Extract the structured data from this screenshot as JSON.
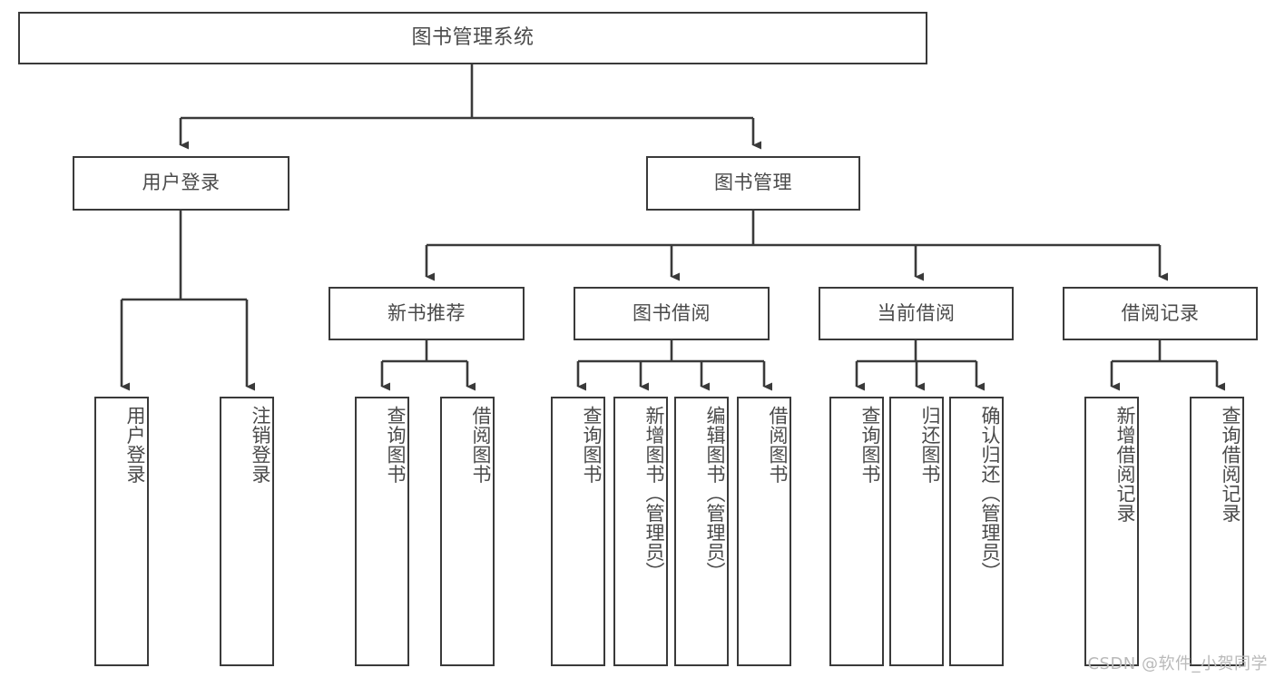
{
  "diagram": {
    "title": "图书管理系统",
    "watermark": "CSDN @软件_小贺同学",
    "nodes": {
      "root": {
        "label": "图书管理系统"
      },
      "level2": [
        {
          "id": "user-login",
          "label": "用户登录"
        },
        {
          "id": "book-manage",
          "label": "图书管理"
        }
      ],
      "level3": [
        {
          "id": "new-book-recommend",
          "label": "新书推荐"
        },
        {
          "id": "book-borrow",
          "label": "图书借阅"
        },
        {
          "id": "current-borrow",
          "label": "当前借阅"
        },
        {
          "id": "borrow-record",
          "label": "借阅记录"
        }
      ],
      "leaves": {
        "user_login": [
          {
            "id": "leaf-user-login",
            "label": "用户登录"
          },
          {
            "id": "leaf-logout-login",
            "label": "注销登录"
          }
        ],
        "new_book_recommend": [
          {
            "id": "leaf-query-book-1",
            "label": "查询图书"
          },
          {
            "id": "leaf-borrow-book-1",
            "label": "借阅图书"
          }
        ],
        "book_borrow": [
          {
            "id": "leaf-query-book-2",
            "label": "查询图书"
          },
          {
            "id": "leaf-add-book-admin",
            "label": "新增图书（管理员）"
          },
          {
            "id": "leaf-edit-book-admin",
            "label": "编辑图书（管理员）"
          },
          {
            "id": "leaf-borrow-book-2",
            "label": "借阅图书"
          }
        ],
        "current_borrow": [
          {
            "id": "leaf-query-book-3",
            "label": "查询图书"
          },
          {
            "id": "leaf-return-book",
            "label": "归还图书"
          },
          {
            "id": "leaf-confirm-return-admin",
            "label": "确认归还（管理员）"
          }
        ],
        "borrow_record": [
          {
            "id": "leaf-add-borrow-record",
            "label": "新增借阅记录"
          },
          {
            "id": "leaf-query-borrow-record",
            "label": "查询借阅记录"
          }
        ]
      }
    },
    "colors": {
      "stroke": "#3a3a3a",
      "text": "#4a4a4a",
      "background": "#ffffff",
      "watermark": "#b9b9b9"
    }
  }
}
